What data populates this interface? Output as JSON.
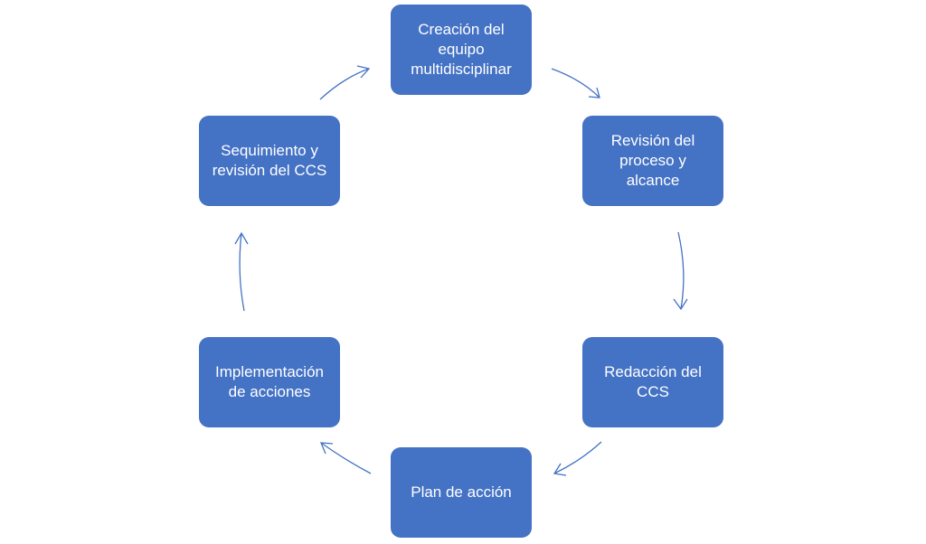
{
  "colors": {
    "box_fill": "#4472C4",
    "box_text": "#ffffff",
    "arrow": "#4472C4",
    "background": "#ffffff"
  },
  "steps": [
    {
      "id": "creacion",
      "label": "Creación del equipo multidisciplinar"
    },
    {
      "id": "revision",
      "label": "Revisión del proceso y alcance"
    },
    {
      "id": "redaccion",
      "label": "Redacción del CCS"
    },
    {
      "id": "plan",
      "label": "Plan de acción"
    },
    {
      "id": "implementacion",
      "label": "Implementación de acciones"
    },
    {
      "id": "seguimiento",
      "label": "Sequimiento y revisión del CCS"
    }
  ]
}
